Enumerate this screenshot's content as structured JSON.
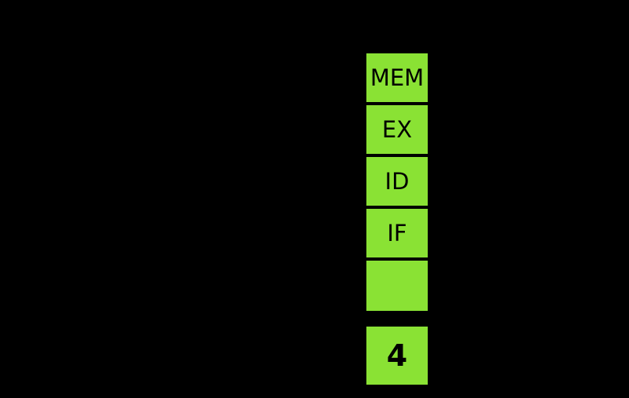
{
  "diagram": {
    "type": "cpu-pipeline-stage-stack",
    "colors": {
      "background": "#000000",
      "box_fill": "#8AE234",
      "box_border": "#000000",
      "text": "#000000"
    },
    "pipeline_stages": [
      {
        "label": "MEM"
      },
      {
        "label": "EX"
      },
      {
        "label": "ID"
      },
      {
        "label": "IF"
      },
      {
        "label": ""
      }
    ],
    "constant_box": {
      "label": "4"
    }
  }
}
